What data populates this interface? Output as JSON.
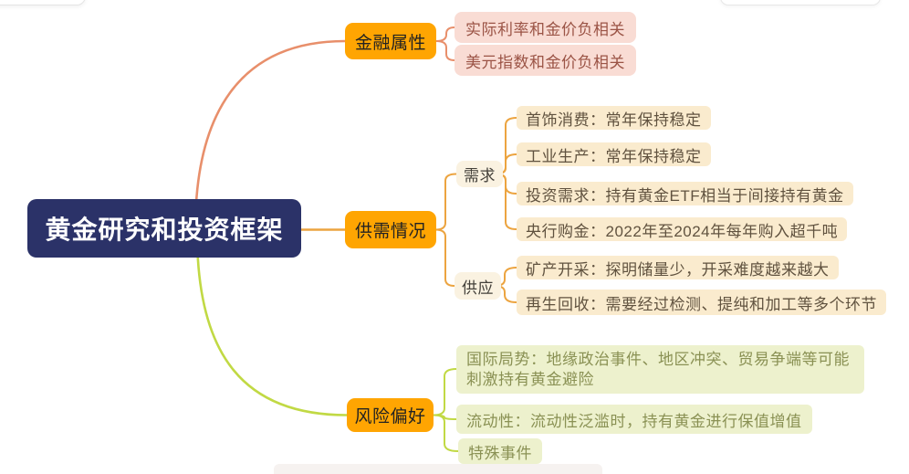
{
  "root": {
    "label": "黄金研究和投资框架"
  },
  "branches": [
    {
      "label": "金融属性",
      "children": [
        {
          "label": "实际利率和金价负相关"
        },
        {
          "label": "美元指数和金价负相关"
        }
      ]
    },
    {
      "label": "供需情况",
      "children": [
        {
          "label": "需求",
          "children": [
            {
              "label": "首饰消费：常年保持稳定"
            },
            {
              "label": "工业生产：常年保持稳定"
            },
            {
              "label": "投资需求：持有黄金ETF相当于间接持有黄金"
            },
            {
              "label": "央行购金：2022年至2024年每年购入超千吨"
            }
          ]
        },
        {
          "label": "供应",
          "children": [
            {
              "label": "矿产开采：探明储量少，开采难度越来越大"
            },
            {
              "label": "再生回收：需要经过检测、提纯和加工等多个环节"
            }
          ]
        }
      ]
    },
    {
      "label": "风险偏好",
      "children": [
        {
          "label": "国际局势：地缘政治事件、地区冲突、贸易争端等可能刺激持有黄金避险"
        },
        {
          "label": "流动性：流动性泛滥时，持有黄金进行保值增值"
        },
        {
          "label": "特殊事件"
        }
      ]
    }
  ],
  "colors": {
    "root_bg": "#2B3268",
    "root_text": "#FFFFFF",
    "branch_bg": "#FFA502",
    "line_financial": "#E88F6B",
    "line_supply_demand": "#ECA440",
    "line_risk": "#C1D944",
    "financial_child_bg": "#F9DCD4",
    "financial_child_text": "#9B5446",
    "mid_node_bg": "#FAF2E1",
    "leaf_bg": "#FAEBCE",
    "leaf_text": "#60523F",
    "risk_child_bg": "#EDF1CD",
    "risk_child_text": "#8A9154",
    "canvas_bg": "#FFFFFF"
  }
}
